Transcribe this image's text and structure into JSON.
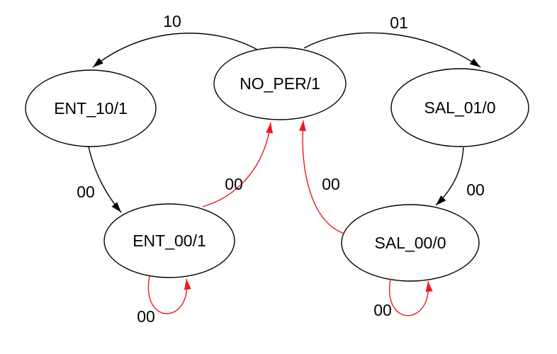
{
  "diagram": {
    "type": "state-machine",
    "background": "#ffffff",
    "colors": {
      "node_stroke": "#000000",
      "text": "#000000",
      "edge_default": "#000000",
      "edge_highlight": "#ef1822"
    },
    "nodes": [
      {
        "id": "ENT_10",
        "label": "ENT_10/1"
      },
      {
        "id": "NO_PER",
        "label": "NO_PER/1"
      },
      {
        "id": "SAL_01",
        "label": "SAL_01/0"
      },
      {
        "id": "ENT_00",
        "label": "ENT_00/1"
      },
      {
        "id": "SAL_00",
        "label": "SAL_00/0"
      }
    ],
    "edges": [
      {
        "from": "NO_PER/1",
        "to": "ENT_10/1",
        "label": "10",
        "color": "black"
      },
      {
        "from": "NO_PER/1",
        "to": "SAL_01/0",
        "label": "01",
        "color": "black"
      },
      {
        "from": "ENT_10/1",
        "to": "ENT_00/1",
        "label": "00",
        "color": "black"
      },
      {
        "from": "SAL_01/0",
        "to": "SAL_00/0",
        "label": "00",
        "color": "black"
      },
      {
        "from": "ENT_00/1",
        "to": "NO_PER/1",
        "label": "00",
        "color": "red"
      },
      {
        "from": "SAL_00/0",
        "to": "NO_PER/1",
        "label": "00",
        "color": "red"
      },
      {
        "from": "ENT_00/1",
        "to": "ENT_00/1",
        "label": "00",
        "color": "red"
      },
      {
        "from": "SAL_00/0",
        "to": "SAL_00/0",
        "label": "00",
        "color": "red"
      }
    ]
  }
}
